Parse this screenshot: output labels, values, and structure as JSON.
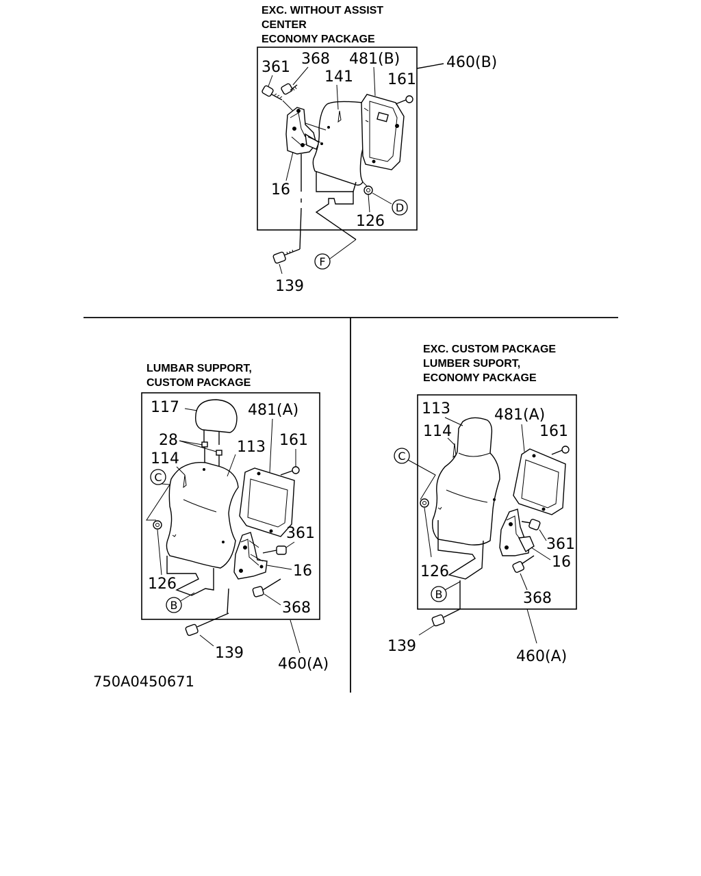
{
  "panel_top": {
    "caption": [
      "EXC. WITHOUT ASSIST",
      "CENTER",
      "ECONOMY PACKAGE"
    ],
    "labels": {
      "p361": "361",
      "p368": "368",
      "p481b": "481(B)",
      "p460b": "460(B)",
      "p141": "141",
      "p161": "161",
      "p16": "16",
      "p126": "126",
      "p139": "139"
    },
    "refs": {
      "d": "D",
      "f": "F"
    }
  },
  "panel_left": {
    "caption": [
      "LUMBAR SUPPORT,",
      "CUSTOM PACKAGE"
    ],
    "labels": {
      "p117": "117",
      "p481a": "481(A)",
      "p28": "28",
      "p161": "161",
      "p114": "114",
      "p113": "113",
      "p361": "361",
      "p16": "16",
      "p126": "126",
      "p368": "368",
      "p139": "139",
      "p460a": "460(A)"
    },
    "refs": {
      "c": "C",
      "b": "B"
    }
  },
  "panel_right": {
    "caption": [
      "EXC. CUSTOM PACKAGE",
      "LUMBER SUPORT,",
      "ECONOMY PACKAGE"
    ],
    "labels": {
      "p113": "113",
      "p114": "114",
      "p481a": "481(A)",
      "p161": "161",
      "p361": "361",
      "p16": "16",
      "p126": "126",
      "p368": "368",
      "p139": "139",
      "p460a": "460(A)"
    },
    "refs": {
      "c": "C",
      "b": "B"
    }
  },
  "drawing_code": "750A0450671"
}
